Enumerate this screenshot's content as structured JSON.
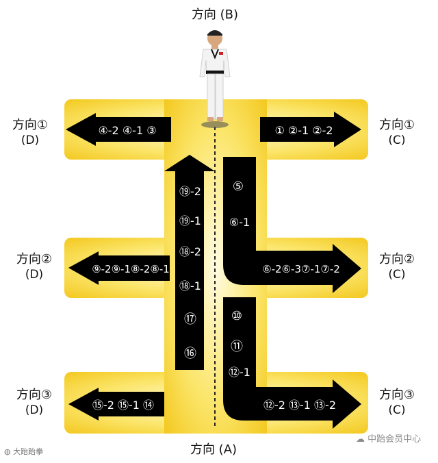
{
  "directions": {
    "B": {
      "label": "方向 (B)"
    },
    "A": {
      "label": "方向 (A)"
    },
    "left_1": {
      "label": "方向①",
      "sub": "(D)"
    },
    "right_1": {
      "label": "方向①",
      "sub": "(C)"
    },
    "left_2": {
      "label": "方向②",
      "sub": "(D)"
    },
    "right_2": {
      "label": "方向②",
      "sub": "(C)"
    },
    "left_3": {
      "label": "方向③",
      "sub": "(D)"
    },
    "right_3": {
      "label": "方向③",
      "sub": "(C)"
    }
  },
  "arrow_labels": {
    "row1_left": "④-2 ④-1 ③",
    "row1_right": "① ②-1 ②-2",
    "row2_left": "⑨-2⑨-1⑧-2⑧-1",
    "row2_right": "⑥-2⑥-3⑦-1⑦-2",
    "row3_left": "⑮-2 ⑮-1 ⑭",
    "row3_right": "⑫-2 ⑬-1 ⑬-2",
    "up_column": [
      "⑲-2",
      "⑲-1",
      "⑱-2",
      "⑱-1",
      "⑰",
      "⑯"
    ],
    "down_upper": [
      "⑤",
      "⑥-1"
    ],
    "down_lower": [
      "⑩",
      "⑪",
      "⑫-1"
    ]
  },
  "watermarks": {
    "right": "中跆会员中心",
    "left": "大跆跆拳"
  },
  "colors": {
    "panel": "#f5d22e",
    "panel_glow": "#fdf2a0",
    "arrow": "#000000",
    "circle_text": "#ffffff"
  }
}
